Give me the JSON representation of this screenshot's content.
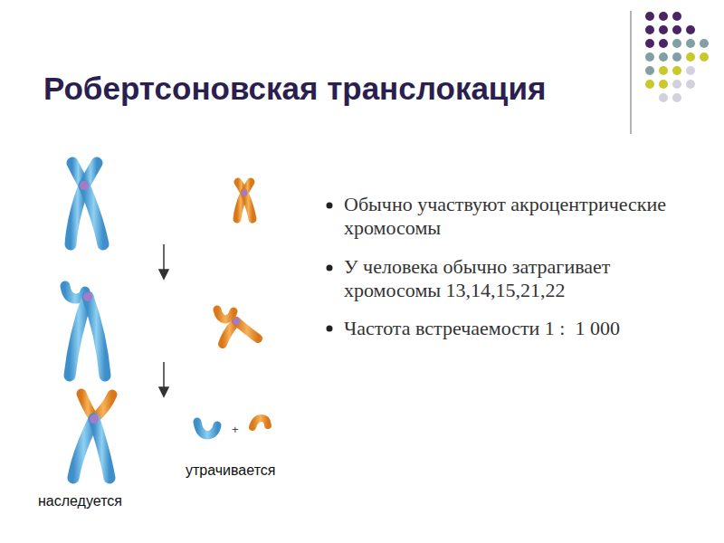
{
  "diagram": {
    "title": "Робертсоновская транслокация",
    "labels": [
      "Обычно участвуют акроцентрические хромосомы",
      "У человека обычно затрагивает хромосомы 13,14,15,21,22",
      "Частота встречаемости 1 :  1 000",
      "+",
      "утрачивается",
      "наследуется"
    ]
  }
}
